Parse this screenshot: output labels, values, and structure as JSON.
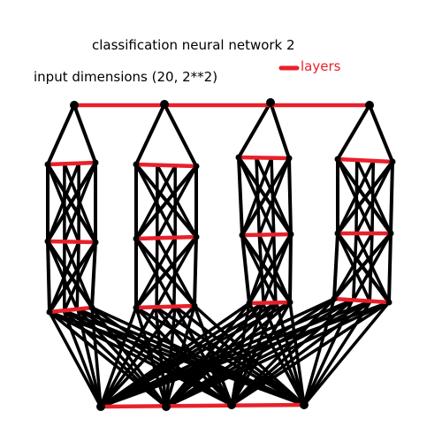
{
  "title": "classification neural network 2",
  "subtitle": "input dimensions (20, 2**2)",
  "legend": {
    "label": "layers"
  },
  "colors": {
    "node": "#000000",
    "edge": "#000000",
    "layer": "#e8202a",
    "text": "#000000"
  }
}
